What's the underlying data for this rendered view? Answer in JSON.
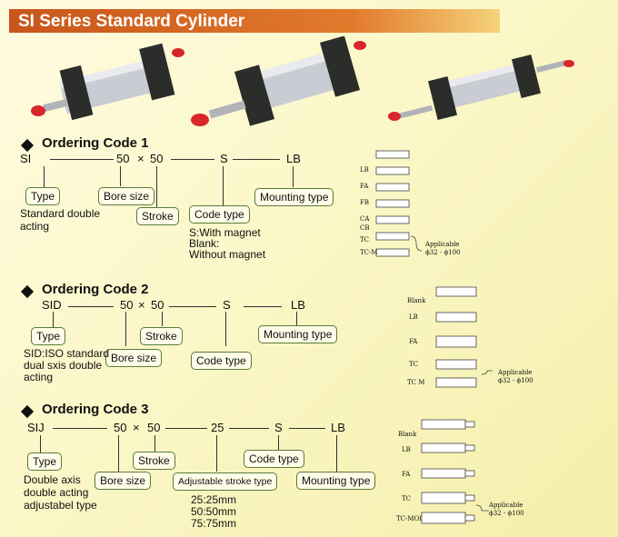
{
  "header": {
    "title": "SI Series Standard Cylinder"
  },
  "section1": {
    "title": "Ordering Code 1",
    "code": {
      "model": "SI",
      "bore": "50",
      "times": "×",
      "stroke": "50",
      "magnet": "S",
      "mount": "LB"
    },
    "boxes": {
      "type": "Type",
      "bore": "Bore size",
      "stroke": "Stroke",
      "code_type": "Code type",
      "mounting": "Mounting type"
    },
    "type_desc_1": "Standard double",
    "type_desc_2": "acting",
    "magnet_1": "S:With magnet",
    "magnet_2": "Blank:",
    "magnet_3": "Without magnet",
    "diagram": {
      "labels": [
        "LB",
        "FA",
        "FB",
        "CA",
        "CB",
        "TC",
        "TC-M"
      ],
      "applicable": "Applicable",
      "range": "ϕ32 - ϕ100"
    }
  },
  "section2": {
    "title": "Ordering Code 2",
    "code": {
      "model": "SID",
      "bore": "50",
      "times": "×",
      "stroke": "50",
      "magnet": "S",
      "mount": "LB"
    },
    "boxes": {
      "type": "Type",
      "bore": "Bore size",
      "stroke": "Stroke",
      "code_type": "Code type",
      "mounting": "Mounting type"
    },
    "type_desc_1": "SID:ISO standard",
    "type_desc_2": "dual sxis double",
    "type_desc_3": "acting",
    "diagram": {
      "labels": [
        "Blank",
        "LB",
        "FA",
        "TC",
        "TC M"
      ],
      "applicable": "Applicable",
      "range": "ϕ32 - ϕ100"
    }
  },
  "section3": {
    "title": "Ordering Code 3",
    "code": {
      "model": "SIJ",
      "bore": "50",
      "times": "×",
      "stroke": "50",
      "adj": "25",
      "magnet": "S",
      "mount": "LB"
    },
    "boxes": {
      "type": "Type",
      "bore": "Bore size",
      "stroke": "Stroke",
      "adj": "Adjustable stroke type",
      "code_type": "Code type",
      "mounting": "Mounting type"
    },
    "type_desc_1": "Double axis",
    "type_desc_2": "double acting",
    "type_desc_3": "adjustabel type",
    "adj_1": "25:25mm",
    "adj_2": "50:50mm",
    "adj_3": "75:75mm",
    "diagram": {
      "labels": [
        "Blank",
        "LB",
        "FA",
        "TC",
        "TC-MOI"
      ],
      "applicable": "Applicable",
      "range": "ϕ32 - ϕ100"
    }
  },
  "colors": {
    "header": "#d9661f",
    "box_border": "#5a7a3a",
    "cylinder_body": "#c9ccd2",
    "cap": "#2a2d2a",
    "tip": "#d8262a"
  }
}
